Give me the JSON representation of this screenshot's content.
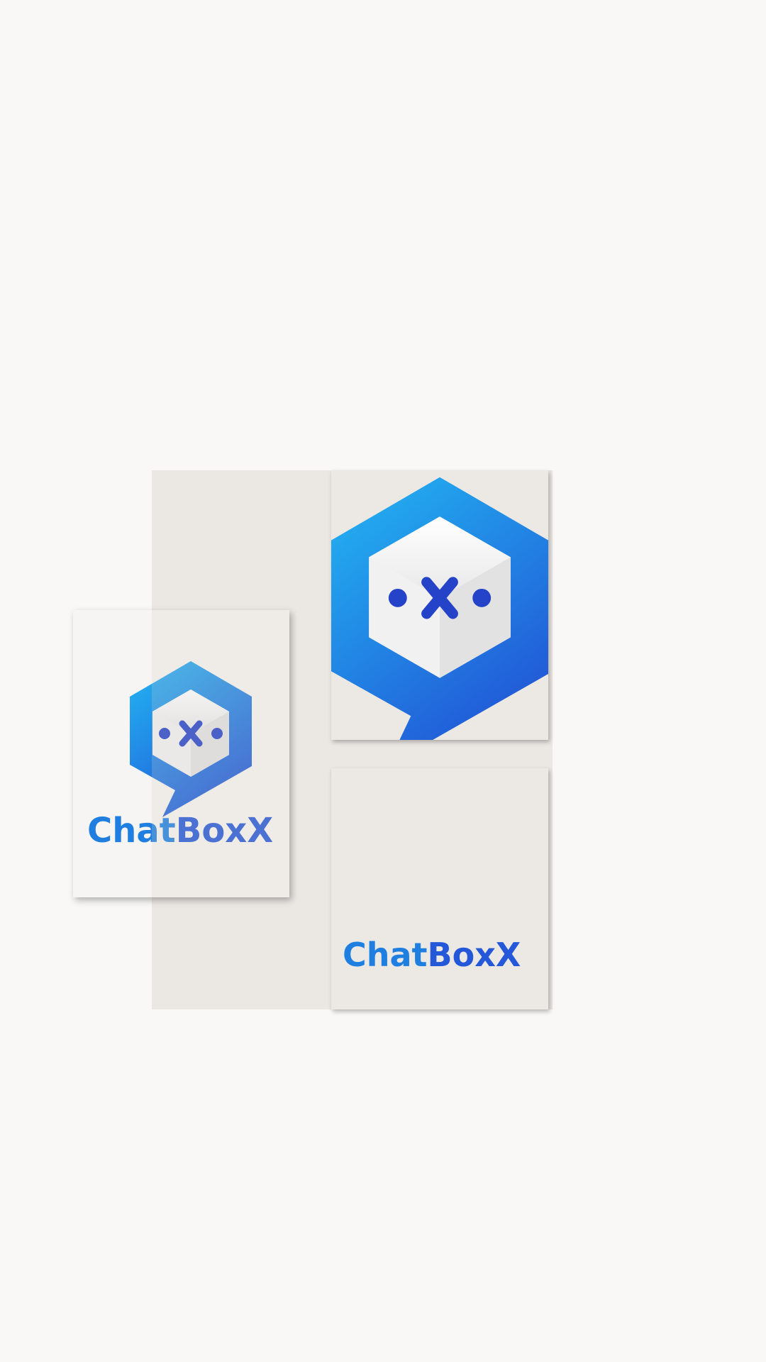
{
  "brand": {
    "name_part1": "Chat",
    "name_part2": "BoxX",
    "colors": {
      "gradient_top": "#23b8f3",
      "gradient_bottom": "#2156d6",
      "text_primary": "#1f7fe0",
      "text_secondary": "#2458d8",
      "face_marks": "#2543c9",
      "background": "#f9f8f6",
      "panel": "#ebe7e3"
    },
    "icon": "chatboxx-hexagon-speech-bubble-logo"
  }
}
